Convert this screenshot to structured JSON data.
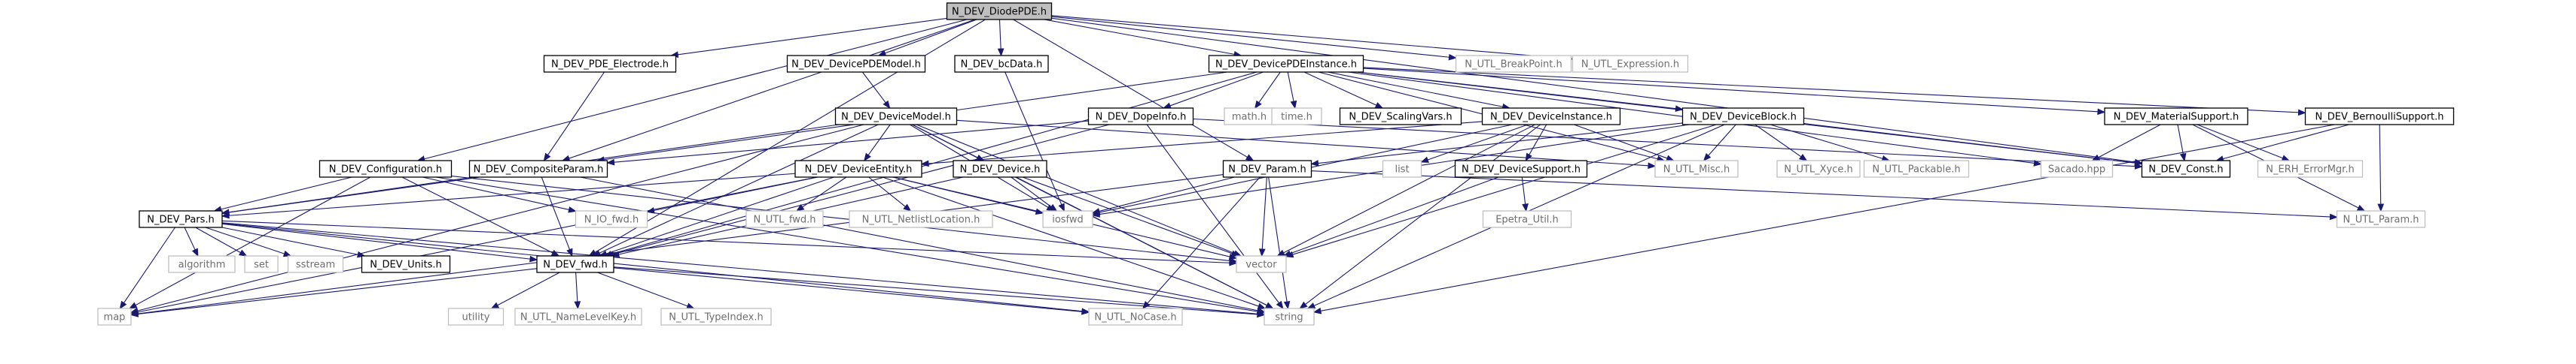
{
  "graph": {
    "colors": {
      "edge": "#191970",
      "root_fill": "#bfbfbf",
      "doc_fill": "#ffffff",
      "doc_stroke": "#000000",
      "doc_text": "#000000",
      "ext_stroke": "#bfbfbf",
      "ext_text": "#6e6e6e"
    },
    "nodes": [
      {
        "id": "root",
        "label": "N_DEV_DiodePDE.h",
        "kind": "root"
      },
      {
        "id": "n_pde_electrode",
        "label": "N_DEV_PDE_Electrode.h",
        "kind": "doc"
      },
      {
        "id": "n_devpdemodel",
        "label": "N_DEV_DevicePDEModel.h",
        "kind": "doc"
      },
      {
        "id": "n_bcdata",
        "label": "N_DEV_bcData.h",
        "kind": "doc"
      },
      {
        "id": "n_devpdeinstance",
        "label": "N_DEV_DevicePDEInstance.h",
        "kind": "doc"
      },
      {
        "id": "n_breakpoint",
        "label": "N_UTL_BreakPoint.h",
        "kind": "ext"
      },
      {
        "id": "n_expression",
        "label": "N_UTL_Expression.h",
        "kind": "ext"
      },
      {
        "id": "n_devicemodel",
        "label": "N_DEV_DeviceModel.h",
        "kind": "doc"
      },
      {
        "id": "n_dopeinfo",
        "label": "N_DEV_DopeInfo.h",
        "kind": "doc"
      },
      {
        "id": "math",
        "label": "math.h",
        "kind": "ext"
      },
      {
        "id": "time",
        "label": "time.h",
        "kind": "ext"
      },
      {
        "id": "n_scalingvars",
        "label": "N_DEV_ScalingVars.h",
        "kind": "doc"
      },
      {
        "id": "n_deviceinstance",
        "label": "N_DEV_DeviceInstance.h",
        "kind": "doc"
      },
      {
        "id": "n_deviceblock",
        "label": "N_DEV_DeviceBlock.h",
        "kind": "doc"
      },
      {
        "id": "n_materialsupport",
        "label": "N_DEV_MaterialSupport.h",
        "kind": "doc"
      },
      {
        "id": "n_bernoulli",
        "label": "N_DEV_BernoulliSupport.h",
        "kind": "doc"
      },
      {
        "id": "n_configuration",
        "label": "N_DEV_Configuration.h",
        "kind": "doc"
      },
      {
        "id": "n_compositeparam",
        "label": "N_DEV_CompositeParam.h",
        "kind": "doc"
      },
      {
        "id": "n_deviceentity",
        "label": "N_DEV_DeviceEntity.h",
        "kind": "doc"
      },
      {
        "id": "n_device",
        "label": "N_DEV_Device.h",
        "kind": "doc"
      },
      {
        "id": "n_param",
        "label": "N_DEV_Param.h",
        "kind": "doc"
      },
      {
        "id": "list",
        "label": "list",
        "kind": "ext"
      },
      {
        "id": "n_devicesupport",
        "label": "N_DEV_DeviceSupport.h",
        "kind": "doc"
      },
      {
        "id": "n_misc",
        "label": "N_UTL_Misc.h",
        "kind": "ext"
      },
      {
        "id": "n_xyce",
        "label": "N_UTL_Xyce.h",
        "kind": "ext"
      },
      {
        "id": "n_packable",
        "label": "N_UTL_Packable.h",
        "kind": "ext"
      },
      {
        "id": "sacado",
        "label": "Sacado.hpp",
        "kind": "ext"
      },
      {
        "id": "n_const",
        "label": "N_DEV_Const.h",
        "kind": "doc"
      },
      {
        "id": "n_errormgr",
        "label": "N_ERH_ErrorMgr.h",
        "kind": "ext"
      },
      {
        "id": "n_pars",
        "label": "N_DEV_Pars.h",
        "kind": "doc"
      },
      {
        "id": "n_io_fwd",
        "label": "N_IO_fwd.h",
        "kind": "ext"
      },
      {
        "id": "n_utl_fwd",
        "label": "N_UTL_fwd.h",
        "kind": "ext"
      },
      {
        "id": "n_netlistloc",
        "label": "N_UTL_NetlistLocation.h",
        "kind": "ext"
      },
      {
        "id": "iosfwd",
        "label": "iosfwd",
        "kind": "ext"
      },
      {
        "id": "epetra",
        "label": "Epetra_Util.h",
        "kind": "ext"
      },
      {
        "id": "n_utl_param",
        "label": "N_UTL_Param.h",
        "kind": "ext"
      },
      {
        "id": "algorithm",
        "label": "algorithm",
        "kind": "ext"
      },
      {
        "id": "set",
        "label": "set",
        "kind": "ext"
      },
      {
        "id": "sstream",
        "label": "sstream",
        "kind": "ext"
      },
      {
        "id": "n_units",
        "label": "N_DEV_Units.h",
        "kind": "doc"
      },
      {
        "id": "n_dev_fwd",
        "label": "N_DEV_fwd.h",
        "kind": "doc"
      },
      {
        "id": "vector",
        "label": "vector",
        "kind": "ext"
      },
      {
        "id": "map",
        "label": "map",
        "kind": "ext"
      },
      {
        "id": "utility",
        "label": "utility",
        "kind": "ext"
      },
      {
        "id": "n_namelevelkey",
        "label": "N_UTL_NameLevelKey.h",
        "kind": "ext"
      },
      {
        "id": "n_typeindex",
        "label": "N_UTL_TypeIndex.h",
        "kind": "ext"
      },
      {
        "id": "n_nocase",
        "label": "N_UTL_NoCase.h",
        "kind": "ext"
      },
      {
        "id": "string",
        "label": "string",
        "kind": "ext"
      }
    ],
    "edges": [
      [
        "root",
        "n_pde_electrode"
      ],
      [
        "root",
        "n_devpdemodel"
      ],
      [
        "root",
        "n_bcdata"
      ],
      [
        "root",
        "n_devpdeinstance"
      ],
      [
        "root",
        "n_breakpoint"
      ],
      [
        "root",
        "n_expression"
      ],
      [
        "root",
        "n_compositeparam"
      ],
      [
        "root",
        "n_configuration"
      ],
      [
        "root",
        "n_dev_fwd"
      ],
      [
        "root",
        "n_param"
      ],
      [
        "root",
        "n_const"
      ],
      [
        "n_pde_electrode",
        "n_compositeparam"
      ],
      [
        "n_devpdemodel",
        "n_devicemodel"
      ],
      [
        "n_bcdata",
        "iosfwd"
      ],
      [
        "n_devpdeinstance",
        "n_dopeinfo"
      ],
      [
        "n_devpdeinstance",
        "math"
      ],
      [
        "n_devpdeinstance",
        "time"
      ],
      [
        "n_devpdeinstance",
        "n_scalingvars"
      ],
      [
        "n_devpdeinstance",
        "n_deviceinstance"
      ],
      [
        "n_devpdeinstance",
        "n_deviceblock"
      ],
      [
        "n_devpdeinstance",
        "n_materialsupport"
      ],
      [
        "n_devpdeinstance",
        "n_bernoulli"
      ],
      [
        "n_devpdeinstance",
        "n_misc"
      ],
      [
        "n_devpdeinstance",
        "n_compositeparam"
      ],
      [
        "n_devpdeinstance",
        "n_dev_fwd"
      ],
      [
        "n_devpdeinstance",
        "sacado"
      ],
      [
        "n_devpdeinstance",
        "n_const"
      ],
      [
        "n_devicemodel",
        "n_deviceentity"
      ],
      [
        "n_devicemodel",
        "n_device"
      ],
      [
        "n_devicemodel",
        "n_pars"
      ],
      [
        "n_devicemodel",
        "n_misc"
      ],
      [
        "n_devicemodel",
        "map"
      ],
      [
        "n_devicemodel",
        "vector"
      ],
      [
        "n_devicemodel",
        "iosfwd"
      ],
      [
        "n_devicemodel",
        "n_dev_fwd"
      ],
      [
        "n_devicemodel",
        "string"
      ],
      [
        "n_dopeinfo",
        "n_compositeparam"
      ],
      [
        "n_dopeinfo",
        "n_const"
      ],
      [
        "n_dopeinfo",
        "string"
      ],
      [
        "n_dopeinfo",
        "n_dev_fwd"
      ],
      [
        "n_deviceinstance",
        "n_deviceentity"
      ],
      [
        "n_deviceinstance",
        "n_devicesupport"
      ],
      [
        "n_deviceinstance",
        "n_misc"
      ],
      [
        "n_deviceinstance",
        "list"
      ],
      [
        "n_deviceinstance",
        "vector"
      ],
      [
        "n_deviceinstance",
        "string"
      ],
      [
        "n_deviceinstance",
        "iosfwd"
      ],
      [
        "n_deviceblock",
        "n_param"
      ],
      [
        "n_deviceblock",
        "n_misc"
      ],
      [
        "n_deviceblock",
        "n_xyce"
      ],
      [
        "n_deviceblock",
        "n_packable"
      ],
      [
        "n_deviceblock",
        "vector"
      ],
      [
        "n_deviceblock",
        "string"
      ],
      [
        "n_deviceblock",
        "n_const"
      ],
      [
        "n_deviceblock",
        "iosfwd"
      ],
      [
        "n_materialsupport",
        "sacado"
      ],
      [
        "n_materialsupport",
        "n_const"
      ],
      [
        "n_materialsupport",
        "n_errormgr"
      ],
      [
        "n_materialsupport",
        "n_utl_param"
      ],
      [
        "n_bernoulli",
        "n_const"
      ],
      [
        "n_bernoulli",
        "n_utl_param"
      ],
      [
        "n_bernoulli",
        "string"
      ],
      [
        "n_configuration",
        "n_pars"
      ],
      [
        "n_configuration",
        "n_io_fwd"
      ],
      [
        "n_configuration",
        "n_dev_fwd"
      ],
      [
        "n_configuration",
        "map"
      ],
      [
        "n_configuration",
        "vector"
      ],
      [
        "n_configuration",
        "string"
      ],
      [
        "n_compositeparam",
        "n_pars"
      ],
      [
        "n_compositeparam",
        "n_dev_fwd"
      ],
      [
        "n_compositeparam",
        "string"
      ],
      [
        "n_deviceentity",
        "n_pars"
      ],
      [
        "n_deviceentity",
        "n_io_fwd"
      ],
      [
        "n_deviceentity",
        "n_utl_fwd"
      ],
      [
        "n_deviceentity",
        "n_netlistloc"
      ],
      [
        "n_deviceentity",
        "iosfwd"
      ],
      [
        "n_deviceentity",
        "vector"
      ],
      [
        "n_deviceentity",
        "map"
      ],
      [
        "n_deviceentity",
        "n_dev_fwd"
      ],
      [
        "n_deviceentity",
        "string"
      ],
      [
        "n_device",
        "iosfwd"
      ],
      [
        "n_device",
        "vector"
      ],
      [
        "n_device",
        "n_dev_fwd"
      ],
      [
        "n_device",
        "string"
      ],
      [
        "n_param",
        "n_utl_param"
      ],
      [
        "n_param",
        "iosfwd"
      ],
      [
        "n_param",
        "vector"
      ],
      [
        "n_param",
        "map"
      ],
      [
        "n_param",
        "string"
      ],
      [
        "n_param",
        "n_nocase"
      ],
      [
        "n_devicesupport",
        "vector"
      ],
      [
        "n_devicesupport",
        "epetra"
      ],
      [
        "n_pars",
        "algorithm"
      ],
      [
        "n_pars",
        "set"
      ],
      [
        "n_pars",
        "sstream"
      ],
      [
        "n_pars",
        "n_units"
      ],
      [
        "n_pars",
        "n_dev_fwd"
      ],
      [
        "n_pars",
        "vector"
      ],
      [
        "n_pars",
        "map"
      ],
      [
        "n_pars",
        "string"
      ],
      [
        "n_pars",
        "n_nocase"
      ],
      [
        "n_dev_fwd",
        "map"
      ],
      [
        "n_dev_fwd",
        "string"
      ],
      [
        "n_dev_fwd",
        "utility"
      ],
      [
        "n_dev_fwd",
        "n_namelevelkey"
      ],
      [
        "n_dev_fwd",
        "n_typeindex"
      ],
      [
        "n_dev_fwd",
        "n_nocase"
      ]
    ]
  }
}
